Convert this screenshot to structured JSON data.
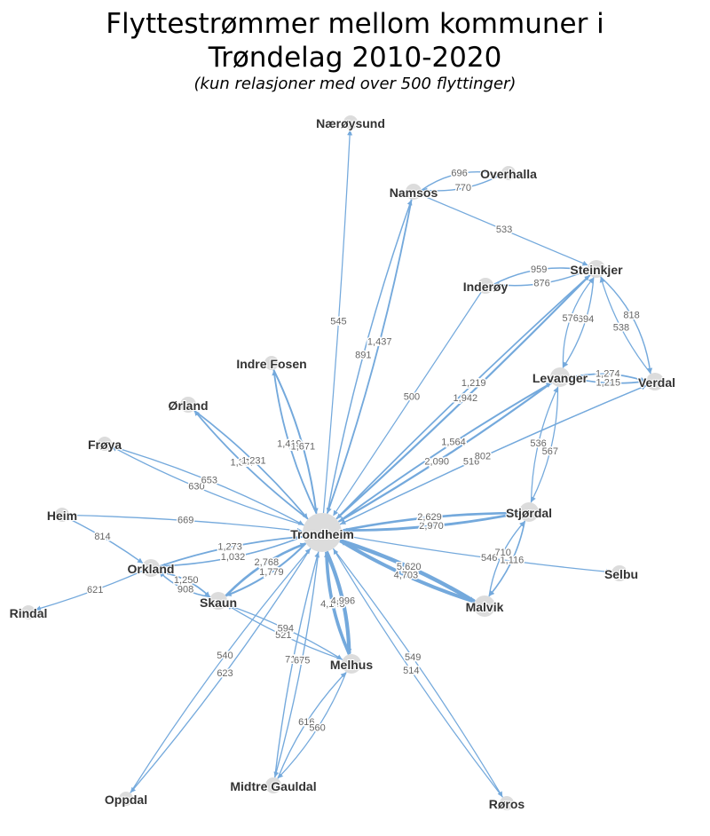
{
  "title_lines": [
    "Flyttestrømmer mellom kommuner i",
    "Trøndelag 2010-2020"
  ],
  "subtitle": "(kun relasjoner med over 500 flyttinger)",
  "colors": {
    "edge": "#74a9dc",
    "node": "#dcdcdc",
    "label": "#333333",
    "edge_label": "#666666"
  },
  "nodes": [
    {
      "id": "trondheim",
      "label": "Trondheim"
    },
    {
      "id": "naeroysund",
      "label": "Nærøysund"
    },
    {
      "id": "namsos",
      "label": "Namsos"
    },
    {
      "id": "overhalla",
      "label": "Overhalla"
    },
    {
      "id": "steinkjer",
      "label": "Steinkjer"
    },
    {
      "id": "inderoy",
      "label": "Inderøy"
    },
    {
      "id": "levanger",
      "label": "Levanger"
    },
    {
      "id": "verdal",
      "label": "Verdal"
    },
    {
      "id": "indre_fosen",
      "label": "Indre Fosen"
    },
    {
      "id": "orland",
      "label": "Ørland"
    },
    {
      "id": "froya",
      "label": "Frøya"
    },
    {
      "id": "heim",
      "label": "Heim"
    },
    {
      "id": "orkland",
      "label": "Orkland"
    },
    {
      "id": "rindal",
      "label": "Rindal"
    },
    {
      "id": "skaun",
      "label": "Skaun"
    },
    {
      "id": "stjordal",
      "label": "Stjørdal"
    },
    {
      "id": "selbu",
      "label": "Selbu"
    },
    {
      "id": "malvik",
      "label": "Malvik"
    },
    {
      "id": "melhus",
      "label": "Melhus"
    },
    {
      "id": "oppdal",
      "label": "Oppdal"
    },
    {
      "id": "midtre_gauldal",
      "label": "Midtre Gauldal"
    },
    {
      "id": "roros",
      "label": "Røros"
    }
  ],
  "edges": [
    {
      "from": "namsos",
      "to": "overhalla",
      "value": "696"
    },
    {
      "from": "overhalla",
      "to": "namsos",
      "value": "770"
    },
    {
      "from": "namsos",
      "to": "steinkjer",
      "value": "533"
    },
    {
      "from": "steinkjer",
      "to": "inderoy",
      "value": "876"
    },
    {
      "from": "inderoy",
      "to": "steinkjer",
      "value": "959"
    },
    {
      "from": "steinkjer",
      "to": "levanger",
      "value": "694"
    },
    {
      "from": "levanger",
      "to": "steinkjer",
      "value": "576"
    },
    {
      "from": "steinkjer",
      "to": "verdal",
      "value": "818"
    },
    {
      "from": "verdal",
      "to": "steinkjer",
      "value": "538"
    },
    {
      "from": "levanger",
      "to": "verdal",
      "value": "1,274"
    },
    {
      "from": "verdal",
      "to": "levanger",
      "value": "1,215"
    },
    {
      "from": "trondheim",
      "to": "naeroysund",
      "value": "545"
    },
    {
      "from": "trondheim",
      "to": "namsos",
      "value": "891"
    },
    {
      "from": "namsos",
      "to": "trondheim",
      "value": "1,437"
    },
    {
      "from": "inderoy",
      "to": "trondheim",
      "value": "500"
    },
    {
      "from": "trondheim",
      "to": "steinkjer",
      "value": "1,219"
    },
    {
      "from": "steinkjer",
      "to": "trondheim",
      "value": "1,942"
    },
    {
      "from": "trondheim",
      "to": "levanger",
      "value": "1,564"
    },
    {
      "from": "levanger",
      "to": "trondheim",
      "value": "2,090"
    },
    {
      "from": "verdal",
      "to": "trondheim",
      "value": "516"
    },
    {
      "from": "trondheim",
      "to": "verdal",
      "value": "802"
    },
    {
      "from": "levanger",
      "to": "stjordal",
      "value": "567"
    },
    {
      "from": "stjordal",
      "to": "levanger",
      "value": "536"
    },
    {
      "from": "trondheim",
      "to": "indre_fosen",
      "value": "1,419"
    },
    {
      "from": "indre_fosen",
      "to": "trondheim",
      "value": "1,671"
    },
    {
      "from": "trondheim",
      "to": "orland",
      "value": "1,377"
    },
    {
      "from": "orland",
      "to": "trondheim",
      "value": "1,231"
    },
    {
      "from": "trondheim",
      "to": "froya",
      "value": "630"
    },
    {
      "from": "froya",
      "to": "trondheim",
      "value": "653"
    },
    {
      "from": "heim",
      "to": "trondheim",
      "value": "669"
    },
    {
      "from": "heim",
      "to": "orkland",
      "value": "814"
    },
    {
      "from": "orkland",
      "to": "rindal",
      "value": "621"
    },
    {
      "from": "trondheim",
      "to": "orkland",
      "value": "1,032"
    },
    {
      "from": "orkland",
      "to": "trondheim",
      "value": "1,273"
    },
    {
      "from": "orkland",
      "to": "skaun",
      "value": "1,250"
    },
    {
      "from": "skaun",
      "to": "orkland",
      "value": "908"
    },
    {
      "from": "trondheim",
      "to": "skaun",
      "value": "1,779"
    },
    {
      "from": "skaun",
      "to": "trondheim",
      "value": "2,768"
    },
    {
      "from": "stjordal",
      "to": "trondheim",
      "value": "2,970"
    },
    {
      "from": "trondheim",
      "to": "stjordal",
      "value": "2,629"
    },
    {
      "from": "trondheim",
      "to": "selbu",
      "value": "546"
    },
    {
      "from": "stjordal",
      "to": "malvik",
      "value": "1,116"
    },
    {
      "from": "malvik",
      "to": "stjordal",
      "value": "710"
    },
    {
      "from": "trondheim",
      "to": "malvik",
      "value": "5,620"
    },
    {
      "from": "malvik",
      "to": "trondheim",
      "value": "4,703"
    },
    {
      "from": "melhus",
      "to": "trondheim",
      "value": "4,148"
    },
    {
      "from": "trondheim",
      "to": "melhus",
      "value": "4,996"
    },
    {
      "from": "melhus",
      "to": "skaun",
      "value": "521"
    },
    {
      "from": "skaun",
      "to": "melhus",
      "value": "594"
    },
    {
      "from": "trondheim",
      "to": "oppdal",
      "value": "623"
    },
    {
      "from": "oppdal",
      "to": "trondheim",
      "value": "540"
    },
    {
      "from": "midtre_gauldal",
      "to": "trondheim",
      "value": "715"
    },
    {
      "from": "trondheim",
      "to": "midtre_gauldal",
      "value": "675"
    },
    {
      "from": "midtre_gauldal",
      "to": "melhus",
      "value": "616"
    },
    {
      "from": "melhus",
      "to": "midtre_gauldal",
      "value": "560"
    },
    {
      "from": "trondheim",
      "to": "roros",
      "value": "549"
    },
    {
      "from": "roros",
      "to": "trondheim",
      "value": "514"
    }
  ]
}
